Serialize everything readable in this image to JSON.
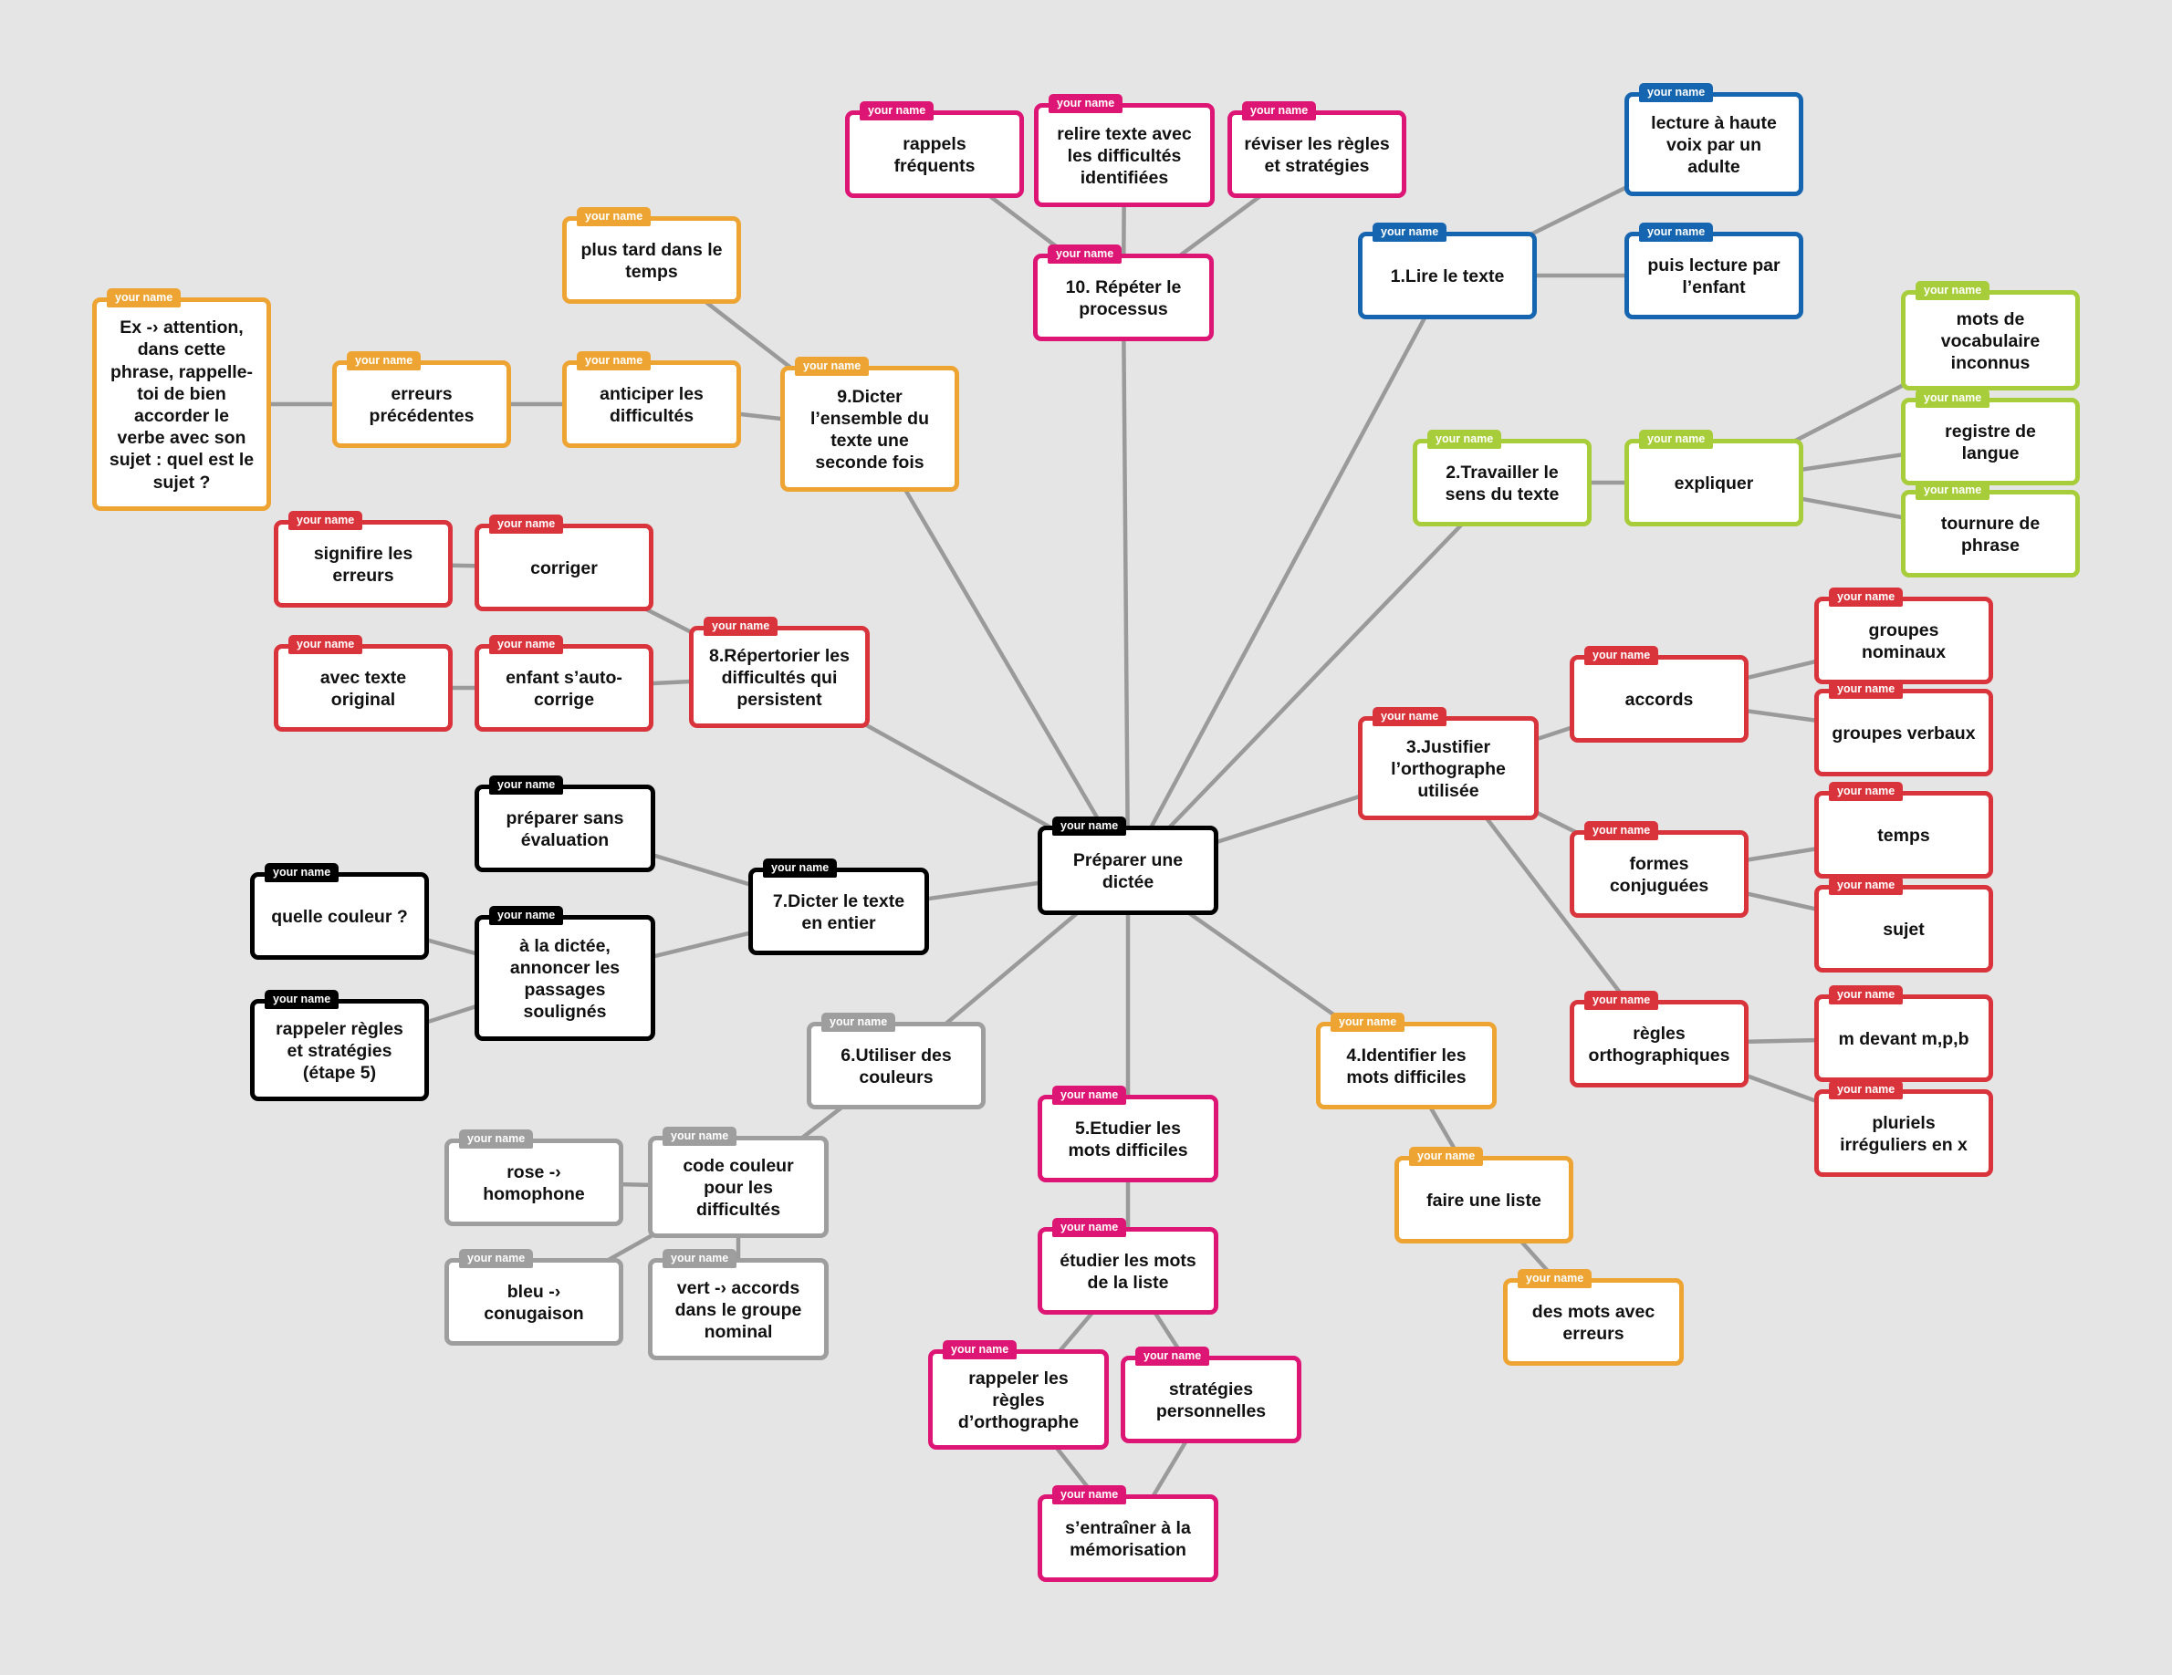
{
  "colors": {
    "black": "#000000",
    "blue": "#1565b0",
    "lime": "#a8cd3a",
    "red": "#d9343b",
    "orange": "#eea433",
    "magenta": "#dd1574",
    "gray": "#9e9e9e",
    "link": "#9a9a9a",
    "background": "#e5e5e5"
  },
  "nodes": [
    {
      "id": "center",
      "tag": "your name",
      "text": "Préparer une\ndictée",
      "color": "black"
    },
    {
      "id": "n1",
      "tag": "your name",
      "text": "1.Lire le texte",
      "color": "blue"
    },
    {
      "id": "n1a",
      "tag": "your name",
      "text": "lecture à haute\nvoix par un\nadulte",
      "color": "blue"
    },
    {
      "id": "n1b",
      "tag": "your name",
      "text": "puis lecture par\nl’enfant",
      "color": "blue"
    },
    {
      "id": "n2",
      "tag": "your name",
      "text": "2.Travailler le\nsens du texte",
      "color": "lime"
    },
    {
      "id": "n2a",
      "tag": "your name",
      "text": "expliquer",
      "color": "lime"
    },
    {
      "id": "n2a1",
      "tag": "your name",
      "text": "mots de\nvocabulaire\ninconnus",
      "color": "lime"
    },
    {
      "id": "n2a2",
      "tag": "your name",
      "text": "registre de\nlangue",
      "color": "lime"
    },
    {
      "id": "n2a3",
      "tag": "your name",
      "text": "tournure de\nphrase",
      "color": "lime"
    },
    {
      "id": "n3",
      "tag": "your name",
      "text": "3.Justifier\nl’orthographe\nutilisée",
      "color": "red"
    },
    {
      "id": "n3a",
      "tag": "your name",
      "text": "accords",
      "color": "red"
    },
    {
      "id": "n3a1",
      "tag": "your name",
      "text": "groupes\nnominaux",
      "color": "red"
    },
    {
      "id": "n3a2",
      "tag": "your name",
      "text": "groupes verbaux",
      "color": "red"
    },
    {
      "id": "n3b",
      "tag": "your name",
      "text": "formes\nconjuguées",
      "color": "red"
    },
    {
      "id": "n3b1",
      "tag": "your name",
      "text": "temps",
      "color": "red"
    },
    {
      "id": "n3b2",
      "tag": "your name",
      "text": "sujet",
      "color": "red"
    },
    {
      "id": "n3c",
      "tag": "your name",
      "text": "règles\northographiques",
      "color": "red"
    },
    {
      "id": "n3c1",
      "tag": "your name",
      "text": "m devant m,p,b",
      "color": "red"
    },
    {
      "id": "n3c2",
      "tag": "your name",
      "text": "pluriels\nirréguliers en x",
      "color": "red"
    },
    {
      "id": "n4",
      "tag": "your name",
      "text": "4.Identifier les\nmots difficiles",
      "color": "orange"
    },
    {
      "id": "n4a",
      "tag": "your name",
      "text": "faire une liste",
      "color": "orange"
    },
    {
      "id": "n4b",
      "tag": "your name",
      "text": "des mots avec\nerreurs",
      "color": "orange"
    },
    {
      "id": "n5",
      "tag": "your name",
      "text": "5.Etudier les\nmots difficiles",
      "color": "magenta"
    },
    {
      "id": "n5a",
      "tag": "your name",
      "text": "étudier les mots\nde la liste",
      "color": "magenta"
    },
    {
      "id": "n5b",
      "tag": "your name",
      "text": "rappeler les\nrègles\nd’orthographe",
      "color": "magenta"
    },
    {
      "id": "n5c",
      "tag": "your name",
      "text": "stratégies\npersonnelles",
      "color": "magenta"
    },
    {
      "id": "n5d",
      "tag": "your name",
      "text": "s’entraîner à la\nmémorisation",
      "color": "magenta"
    },
    {
      "id": "n6",
      "tag": "your name",
      "text": "6.Utiliser des\ncouleurs",
      "color": "gray"
    },
    {
      "id": "n6a",
      "tag": "your name",
      "text": "code couleur\npour les\ndifficultés",
      "color": "gray"
    },
    {
      "id": "n6a1",
      "tag": "your name",
      "text": "rose -›\nhomophone",
      "color": "gray"
    },
    {
      "id": "n6a2",
      "tag": "your name",
      "text": "bleu -›\nconugaison",
      "color": "gray"
    },
    {
      "id": "n6a3",
      "tag": "your name",
      "text": "vert -› accords\ndans le groupe\nnominal",
      "color": "gray"
    },
    {
      "id": "n7",
      "tag": "your name",
      "text": "7.Dicter le texte\nen entier",
      "color": "black"
    },
    {
      "id": "n7a",
      "tag": "your name",
      "text": "préparer sans\névaluation",
      "color": "black"
    },
    {
      "id": "n7b",
      "tag": "your name",
      "text": "à la dictée,\nannoncer les\npassages\nsoulignés",
      "color": "black"
    },
    {
      "id": "n7b1",
      "tag": "your name",
      "text": "quelle couleur ?",
      "color": "black"
    },
    {
      "id": "n7b2",
      "tag": "your name",
      "text": "rappeler règles\net stratégies\n(étape 5)",
      "color": "black"
    },
    {
      "id": "n8",
      "tag": "your name",
      "text": "8.Répertorier les\ndifficultés qui\npersistent",
      "color": "red"
    },
    {
      "id": "n8a",
      "tag": "your name",
      "text": "corriger",
      "color": "red"
    },
    {
      "id": "n8a1",
      "tag": "your name",
      "text": "signifire les\nerreurs",
      "color": "red"
    },
    {
      "id": "n8b",
      "tag": "your name",
      "text": "enfant s’auto-\ncorrige",
      "color": "red"
    },
    {
      "id": "n8b1",
      "tag": "your name",
      "text": "avec texte\noriginal",
      "color": "red"
    },
    {
      "id": "n9",
      "tag": "your name",
      "text": "9.Dicter\nl’ensemble du\ntexte une\nseconde fois",
      "color": "orange"
    },
    {
      "id": "n9a",
      "tag": "your name",
      "text": "plus tard dans le\ntemps",
      "color": "orange"
    },
    {
      "id": "n9b",
      "tag": "your name",
      "text": "anticiper les\ndifficultés",
      "color": "orange"
    },
    {
      "id": "n9b1",
      "tag": "your name",
      "text": "erreurs\nprécédentes",
      "color": "orange"
    },
    {
      "id": "n9b2",
      "tag": "your name",
      "text": "Ex -› attention,\ndans cette\nphrase, rappelle-\ntoi de bien\naccorder le\nverbe avec son\nsujet : quel est le\nsujet ?",
      "color": "orange"
    },
    {
      "id": "n10",
      "tag": "your name",
      "text": "10. Répéter le\nprocessus",
      "color": "magenta"
    },
    {
      "id": "n10a",
      "tag": "your name",
      "text": "rappels\nfréquents",
      "color": "magenta"
    },
    {
      "id": "n10b",
      "tag": "your name",
      "text": "relire texte avec\nles difficultés\nidentifiées",
      "color": "magenta"
    },
    {
      "id": "n10c",
      "tag": "your name",
      "text": "réviser les règles\net stratégies",
      "color": "magenta"
    }
  ],
  "links": [
    [
      "center",
      "n1"
    ],
    [
      "center",
      "n2"
    ],
    [
      "center",
      "n3"
    ],
    [
      "center",
      "n4"
    ],
    [
      "center",
      "n5"
    ],
    [
      "center",
      "n6"
    ],
    [
      "center",
      "n7"
    ],
    [
      "center",
      "n8"
    ],
    [
      "center",
      "n9"
    ],
    [
      "center",
      "n10"
    ],
    [
      "n1",
      "n1a"
    ],
    [
      "n1",
      "n1b"
    ],
    [
      "n2",
      "n2a"
    ],
    [
      "n2a",
      "n2a1"
    ],
    [
      "n2a",
      "n2a2"
    ],
    [
      "n2a",
      "n2a3"
    ],
    [
      "n3",
      "n3a"
    ],
    [
      "n3",
      "n3b"
    ],
    [
      "n3",
      "n3c"
    ],
    [
      "n3a",
      "n3a1"
    ],
    [
      "n3a",
      "n3a2"
    ],
    [
      "n3b",
      "n3b1"
    ],
    [
      "n3b",
      "n3b2"
    ],
    [
      "n3c",
      "n3c1"
    ],
    [
      "n3c",
      "n3c2"
    ],
    [
      "n4",
      "n4a"
    ],
    [
      "n4a",
      "n4b"
    ],
    [
      "n5",
      "n5a"
    ],
    [
      "n5a",
      "n5b"
    ],
    [
      "n5a",
      "n5c"
    ],
    [
      "n5b",
      "n5d"
    ],
    [
      "n5c",
      "n5d"
    ],
    [
      "n6",
      "n6a"
    ],
    [
      "n6a",
      "n6a1"
    ],
    [
      "n6a",
      "n6a2"
    ],
    [
      "n6a",
      "n6a3"
    ],
    [
      "n7",
      "n7a"
    ],
    [
      "n7",
      "n7b"
    ],
    [
      "n7b",
      "n7b1"
    ],
    [
      "n7b",
      "n7b2"
    ],
    [
      "n8",
      "n8a"
    ],
    [
      "n8",
      "n8b"
    ],
    [
      "n8a",
      "n8a1"
    ],
    [
      "n8b",
      "n8b1"
    ],
    [
      "n9",
      "n9a"
    ],
    [
      "n9",
      "n9b"
    ],
    [
      "n9b",
      "n9b1"
    ],
    [
      "n9b1",
      "n9b2"
    ],
    [
      "n10",
      "n10a"
    ],
    [
      "n10",
      "n10b"
    ],
    [
      "n10",
      "n10c"
    ]
  ]
}
